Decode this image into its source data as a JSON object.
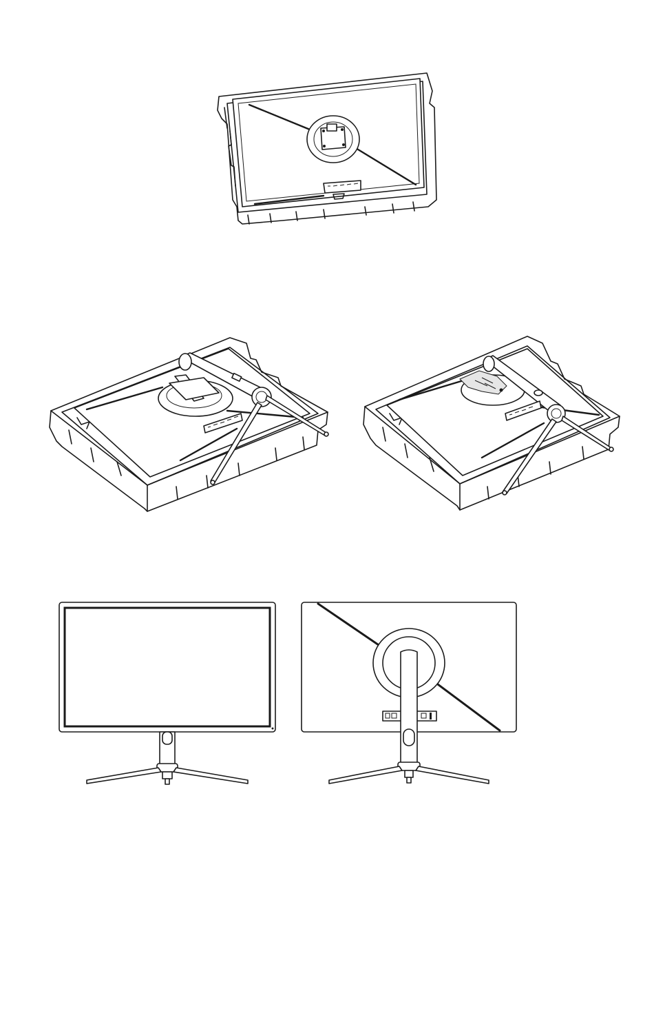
{
  "figures": [
    {
      "id": "step1",
      "subject": "monitor-face-down-in-foam"
    },
    {
      "id": "step2a",
      "subject": "stand-attached-to-monitor-in-foam"
    },
    {
      "id": "step2b",
      "subject": "tightening-stand-screw-in-foam"
    },
    {
      "id": "step3a",
      "subject": "assembled-monitor-front"
    },
    {
      "id": "step3b",
      "subject": "assembled-monitor-rear"
    }
  ],
  "colors": {
    "line": "#1a1a1a",
    "background": "#ffffff",
    "shade": "#e6e6e6"
  }
}
